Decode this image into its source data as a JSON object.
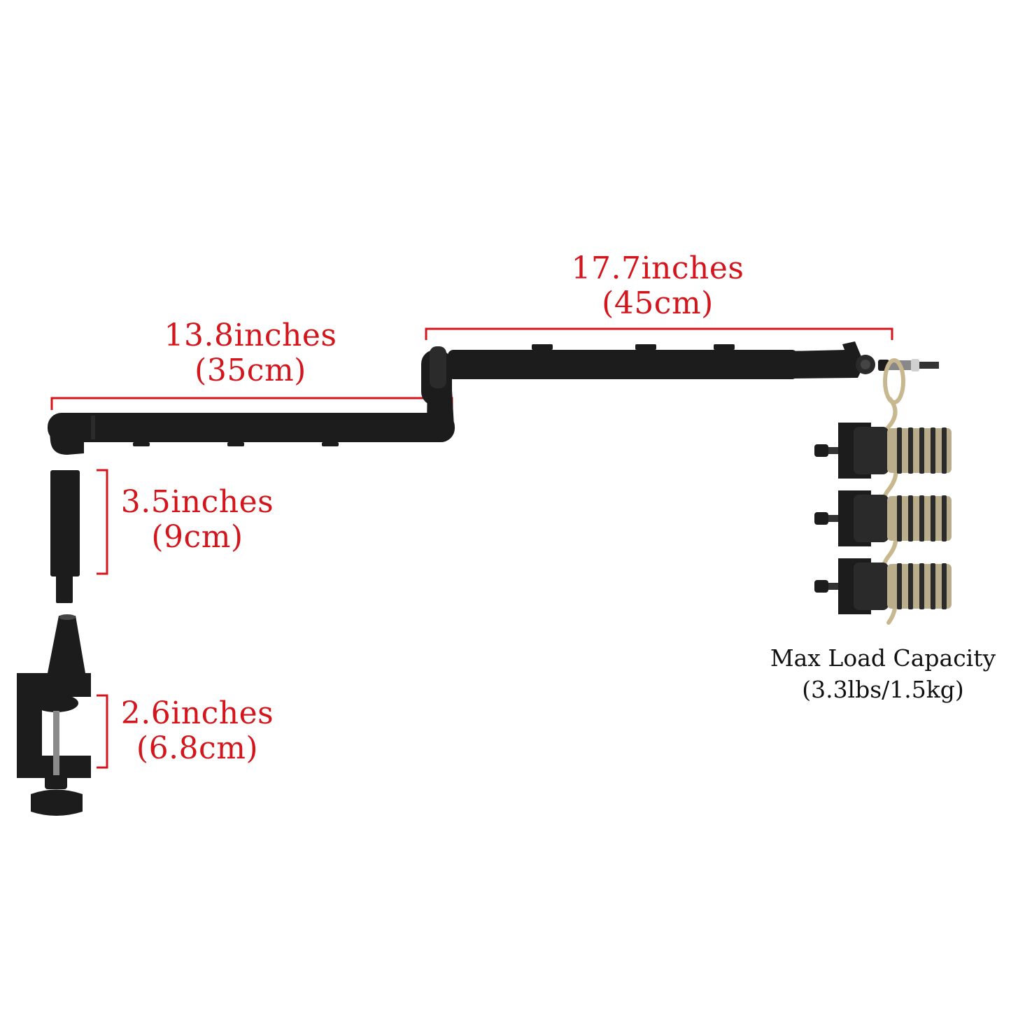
{
  "colors": {
    "dimension": "#d4161c",
    "metal": "#1c1c1c",
    "rope": "#c8b88f",
    "grille": "#b9ad8b",
    "text": "#111111"
  },
  "dimensions": {
    "upper_arm": {
      "inches": "17.7inches",
      "cm": "(45cm)"
    },
    "lower_arm": {
      "inches": "13.8inches",
      "cm": "(35cm)"
    },
    "riser": {
      "inches": "3.5inches",
      "cm": "(9cm)"
    },
    "clamp": {
      "inches": "2.6inches",
      "cm": "(6.8cm)"
    }
  },
  "load": {
    "title": "Max Load Capacity",
    "value": "(3.3lbs/1.5kg)",
    "mic_count": 3
  }
}
